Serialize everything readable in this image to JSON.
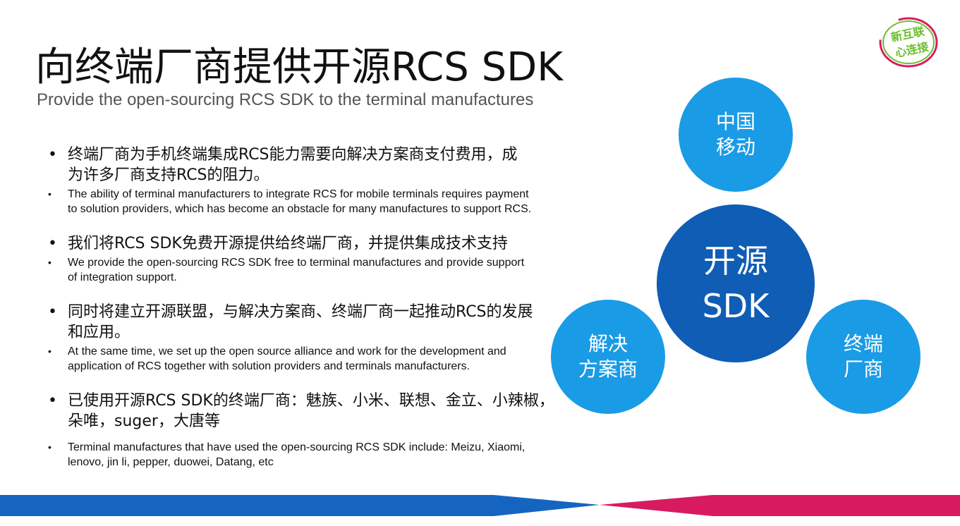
{
  "slide": {
    "title": "向终端厂商提供开源RCS SDK",
    "subtitle": "Provide the open-sourcing RCS SDK to the terminal manufactures",
    "logo_text": "新互联 心连接",
    "bullet_glyph": "•",
    "bullets": [
      {
        "zh": "终端厂商为手机终端集成RCS能力需要向解决方案商支付费用，成为许多厂商支持RCS的阻力。",
        "en": "The ability of terminal manufacturers to integrate RCS for mobile terminals requires payment to solution providers, which has become an obstacle for many manufactures to support RCS."
      },
      {
        "zh": "我们将RCS SDK免费开源提供给终端厂商，并提供集成技术支持",
        "en": "We provide the open-sourcing RCS SDK free to terminal manufactures and provide support of integration support."
      },
      {
        "zh": "同时将建立开源联盟，与解决方案商、终端厂商一起推动RCS的发展和应用。",
        "en": "At the same time, we set up the open source alliance and work for the development and application of RCS together with solution providers and terminals manufacturers."
      },
      {
        "zh": "已使用开源RCS SDK的终端厂商：魅族、小米、联想、金立、小辣椒，朵唯，suger，大唐等",
        "en": "Terminal manufactures that have used the open-sourcing RCS SDK include: Meizu, Xiaomi, lenovo, jin li, pepper, duowei, Datang, etc"
      }
    ]
  },
  "diagram": {
    "center": "开源\nSDK",
    "top": "中国\n移动",
    "left": "解决\n方案商",
    "right": "终端\n厂商"
  },
  "colors": {
    "circle": "#1a9be6",
    "center": "#0f5db5",
    "band_blue": "#1565c0",
    "band_pink": "#d81b60",
    "logo_green": "#6abf2e"
  }
}
